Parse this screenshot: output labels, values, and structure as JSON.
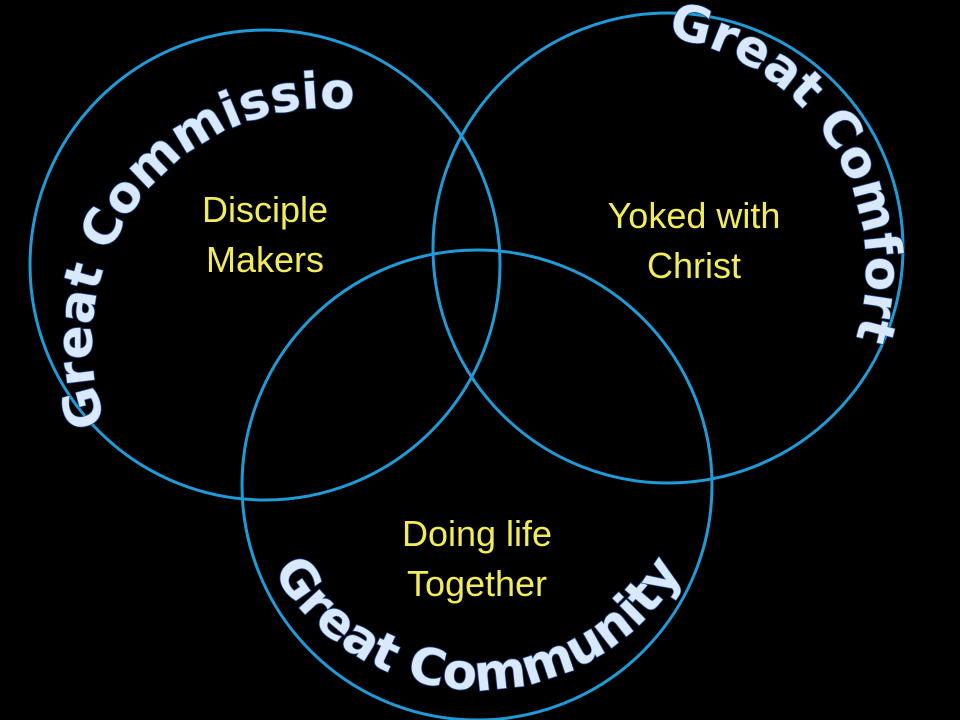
{
  "circles": [
    {
      "id": "commission",
      "title": "Great Commission",
      "label_lines": [
        "Disciple",
        "Makers"
      ]
    },
    {
      "id": "comfort",
      "title": "Great Comfort",
      "label_lines": [
        "Yoked with",
        "Christ"
      ]
    },
    {
      "id": "community",
      "title": "Great Community",
      "label_lines": [
        "Doing life",
        "Together"
      ]
    }
  ],
  "colors": {
    "background": "#000000",
    "ring": "#1f9bd7",
    "title_fill": "#d9e8fb",
    "title_outline": "#1a4f9a",
    "label": "#f2ec5a"
  }
}
